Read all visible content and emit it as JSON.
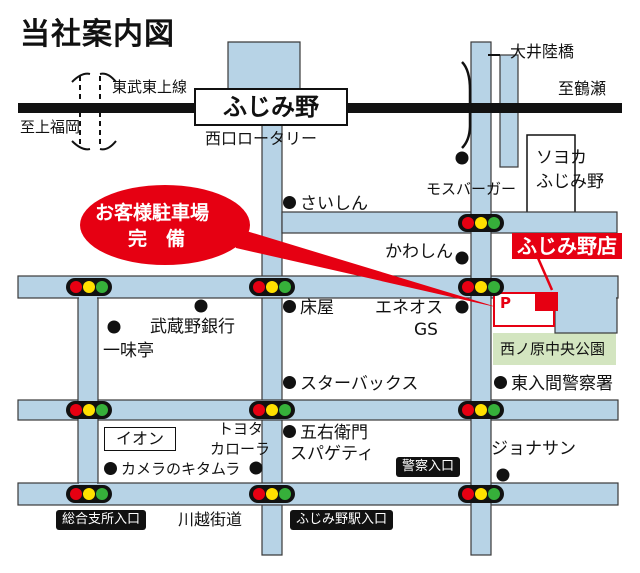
{
  "title": "当社案内図",
  "colors": {
    "road": "#b7d3e6",
    "railway": "#111111",
    "park": "#d3e5c0",
    "accent_red": "#e60012",
    "signal_red": "#e60012",
    "signal_yellow": "#ffe000",
    "signal_green": "#36b03a"
  },
  "station": {
    "name": "ふじみ野",
    "rotary": "西口ロータリー"
  },
  "railway": {
    "name": "東武東上線",
    "left_dest": "至上福岡",
    "right_dest": "至鶴瀬"
  },
  "bridge": "大井陸橋",
  "parking_bubble": {
    "line1": "お客様駐車場",
    "line2": "完　備"
  },
  "store": {
    "name": "ふじみ野店",
    "parking_mark": "P"
  },
  "landmarks": {
    "saishin": "さいしん",
    "kawashin": "かわしん",
    "mos": "モスバーガー",
    "yokaplace_1": "ソヨカ",
    "yokaplace_2": "ふじみ野",
    "musashino_bank": "武蔵野銀行",
    "ichimitei": "一味亭",
    "tokoya": "床屋",
    "eneos_1": "エネオス",
    "eneos_2": "GS",
    "starbucks": "スターバックス",
    "park": "西ノ原中央公園",
    "police": "東入間警察署",
    "aeon": "イオン",
    "toyota_1": "トヨタ",
    "toyota_2": "カローラ",
    "goemon_1": "五右衛門",
    "goemon_2": "スパゲティ",
    "jonathan": "ジョナサン",
    "kitamura": "カメラのキタムラ"
  },
  "road_names": {
    "kawagoe_kaido": "川越街道",
    "police_entrance": "警察入口",
    "general_branch_entrance": "総合支所入口",
    "station_entrance": "ふじみ野駅入口"
  }
}
